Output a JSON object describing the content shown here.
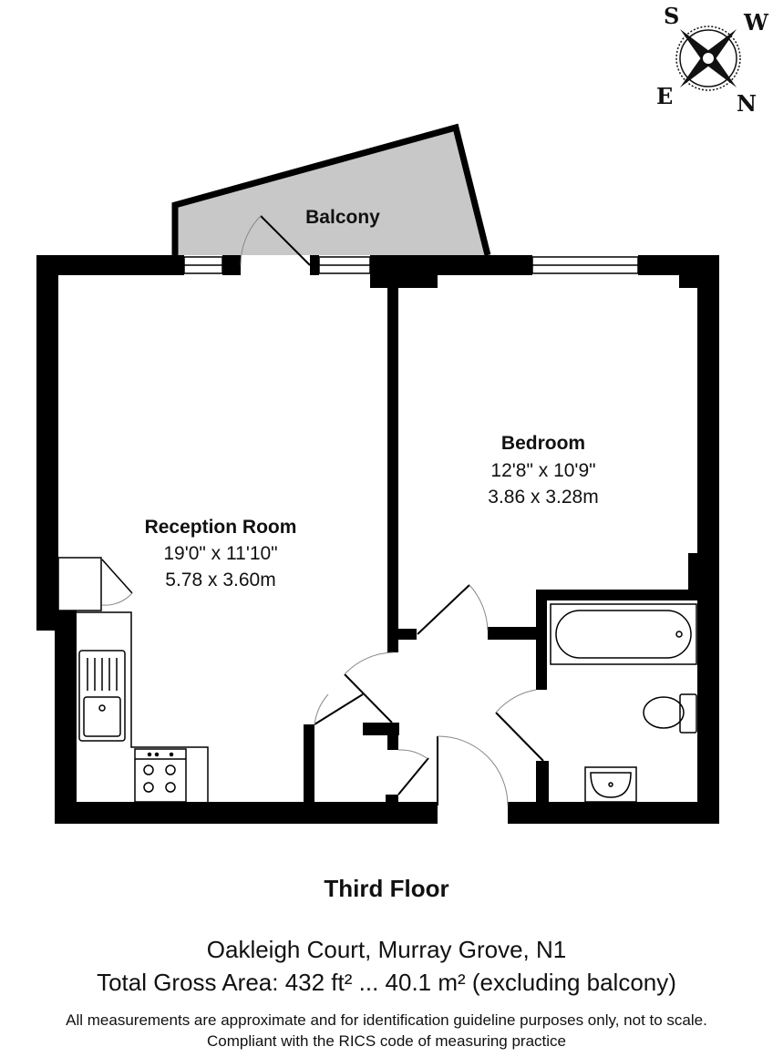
{
  "compass": {
    "north": "N",
    "south": "S",
    "east": "E",
    "west": "W"
  },
  "rooms": {
    "balcony": {
      "name": "Balcony"
    },
    "bedroom": {
      "name": "Bedroom",
      "dim_imperial": "12'8\" x 10'9\"",
      "dim_metric": "3.86 x 3.28m"
    },
    "reception": {
      "name": "Reception Room",
      "dim_imperial": "19'0\" x 11'10\"",
      "dim_metric": "5.78 x 3.60m"
    }
  },
  "floor_title": "Third Floor",
  "address": "Oakleigh Court, Murray Grove, N1",
  "gross_area": "Total Gross Area: 432 ft² ... 40.1 m² (excluding balcony)",
  "disclaimer": "All measurements are approximate and for identification guideline purposes only, not to scale.",
  "compliance": "Compliant with the RICS code of measuring practice",
  "colors": {
    "wall": "#000000",
    "balcony_fill": "#c8c8c8",
    "background": "#ffffff"
  }
}
